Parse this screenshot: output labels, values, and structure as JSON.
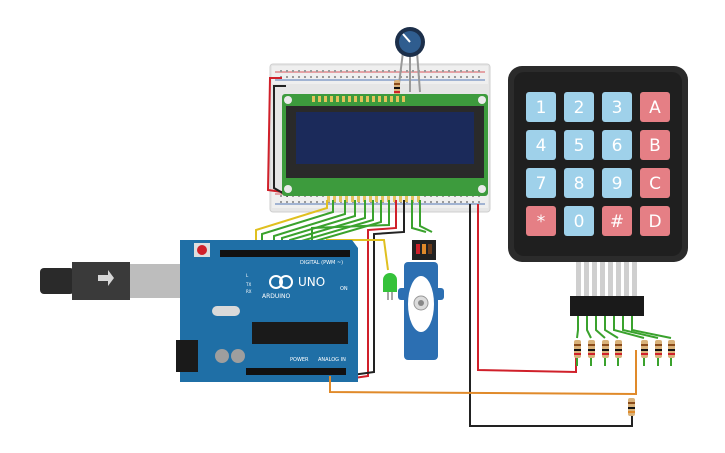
{
  "board": {
    "model": "UNO",
    "brand": "ARDUINO",
    "digital_label": "DIGITAL (PWM ~)",
    "power_label": "POWER",
    "analog_label": "ANALOG IN",
    "on_label": "ON",
    "tx_label": "TX",
    "rx_label": "RX",
    "l_label": "L"
  },
  "keypad": {
    "rows": [
      [
        "1",
        "2",
        "3",
        "A"
      ],
      [
        "4",
        "5",
        "6",
        "B"
      ],
      [
        "7",
        "8",
        "9",
        "C"
      ],
      [
        "*",
        "0",
        "#",
        "D"
      ]
    ]
  },
  "colors": {
    "wire_red": "#d0202a",
    "wire_green": "#3aa22d",
    "wire_black": "#222222",
    "wire_orange": "#e08a2a",
    "wire_yellow": "#e0c020",
    "board_blue": "#1f6fa6",
    "lcd_green": "#3d9b3d",
    "lcd_screen": "#1b2a5a",
    "keypad_body": "#2b2b2b",
    "key_blue": "#9fd1ea",
    "key_red": "#e57f85",
    "servo_blue": "#2c6fb2"
  }
}
